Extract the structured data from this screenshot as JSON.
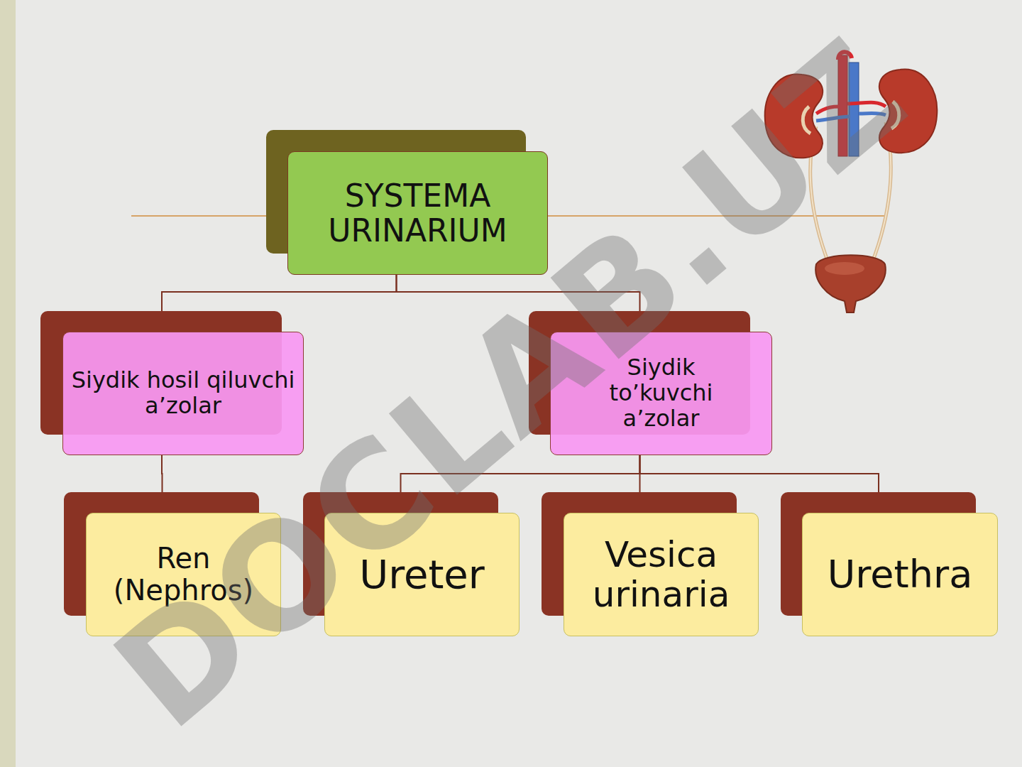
{
  "diagram": {
    "nodes": [
      {
        "text": [
          "SYSTEMA URINARIUM"
        ]
      },
      {
        "text": [
          "Siydik hosil qiluvchi a’zolar"
        ]
      },
      {
        "text": [
          "Siydik to’kuvchi a’zolar"
        ]
      },
      {
        "text": [
          "Ren (Nephros)"
        ]
      },
      {
        "text": [
          "Ureter"
        ]
      },
      {
        "text": [
          "Vesica urinaria"
        ]
      },
      {
        "text": [
          "Urethra"
        ]
      }
    ],
    "edges": [
      {
        "from": 0,
        "to": 1,
        "arrow": "none"
      },
      {
        "from": 0,
        "to": 2,
        "arrow": "none"
      },
      {
        "from": 1,
        "to": 3,
        "arrow": "none"
      },
      {
        "from": 2,
        "to": 4,
        "arrow": "none"
      },
      {
        "from": 2,
        "to": 5,
        "arrow": "none"
      },
      {
        "from": 2,
        "to": 6,
        "arrow": "none"
      }
    ],
    "labels": [
      "DOCLAB.UZ"
    ]
  }
}
